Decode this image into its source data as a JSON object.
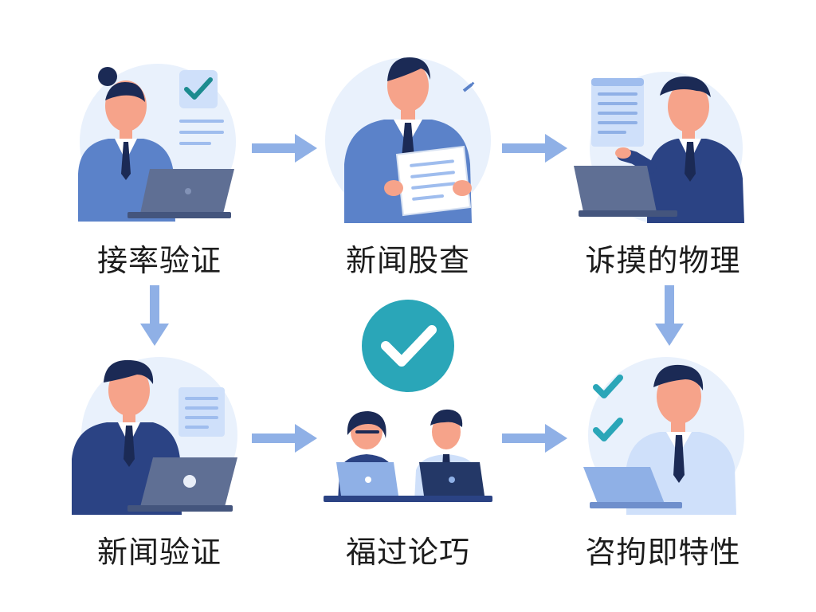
{
  "steps": [
    {
      "label": "接率验证"
    },
    {
      "label": "新闻股查"
    },
    {
      "label": "诉摸的物理"
    },
    {
      "label": "新闻验证"
    },
    {
      "label": "福过论巧"
    },
    {
      "label": "咨拘即特性"
    }
  ],
  "colors": {
    "circle_bg": "#e9f1fc",
    "suit_light": "#5b82c9",
    "suit_dark": "#2b4384",
    "skin": "#f6a38a",
    "hair": "#1b2a55",
    "laptop": "#5f6f94",
    "laptop_dark": "#243867",
    "arrow": "#8fb0e6",
    "teal": "#2aa6b8",
    "doc": "#dbe8fb",
    "doc_line": "#9fbdee"
  },
  "icons": {
    "flow_arrows": "arrow-right-icon",
    "down_arrows": "arrow-down-icon",
    "badge": "checkmark-badge-icon"
  }
}
